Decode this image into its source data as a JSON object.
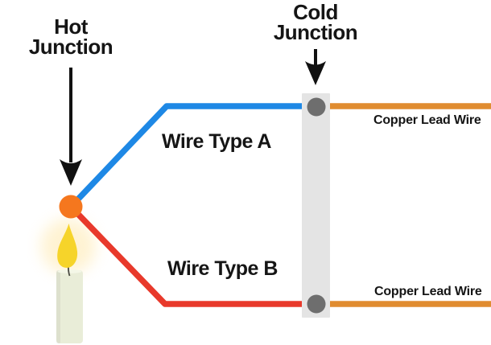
{
  "diagram": {
    "labels": {
      "hot_junction": "Hot\nJunction",
      "cold_junction": "Cold\nJunction",
      "wire_type_a": "Wire Type A",
      "wire_type_b": "Wire Type B",
      "copper_lead_wire_top": "Copper Lead Wire",
      "copper_lead_wire_bottom": "Copper Lead Wire"
    },
    "colors": {
      "background": "#ffffff",
      "text": "#151515",
      "arrow": "#111111",
      "wire_a_blue": "#1e88e5",
      "wire_b_red": "#e8392b",
      "copper_orange": "#e08c30",
      "hot_junction_dot": "#f5771e",
      "cold_junction_block": "#e4e4e4",
      "cold_junction_terminal": "#6e6e6e",
      "flame": "#f6d42a",
      "flame_glow": "#ffdf8a",
      "candle_body": "#e9edd8",
      "wick": "#4a4a42"
    }
  }
}
